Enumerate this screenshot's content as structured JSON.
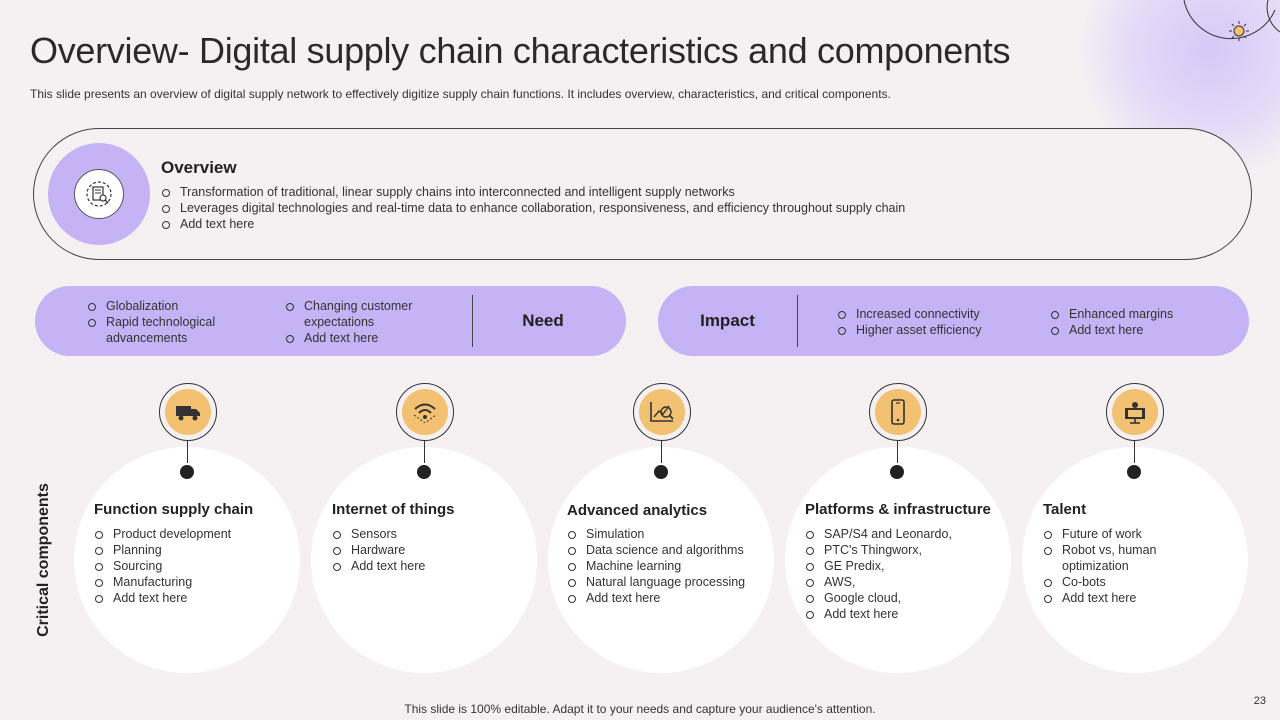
{
  "title": "Overview- Digital supply chain characteristics and components",
  "subtitle": "This slide presents an overview of digital supply network to  effectively digitize supply chain functions. It includes overview, characteristics, and critical components.",
  "overview": {
    "heading": "Overview",
    "icon": "document-search-icon",
    "items": [
      "Transformation  of traditional, linear supply chains into interconnected and intelligent supply networks",
      "Leverages  digital technologies and real-time data to enhance collaboration,  responsiveness,  and efficiency throughout  supply chain",
      "Add text here"
    ]
  },
  "need": {
    "label": "Need",
    "col1": [
      "Globalization",
      "Rapid technological advancements"
    ],
    "col2": [
      "Changing customer expectations",
      "Add text here"
    ]
  },
  "impact": {
    "label": "Impact",
    "col1": [
      "Increased connectivity",
      "Higher asset efficiency"
    ],
    "col2": [
      "Enhanced margins",
      "Add text here"
    ]
  },
  "critical_label": "Critical components",
  "components": [
    {
      "title": "Function supply chain",
      "icon": "truck-icon",
      "items": [
        "Product development",
        "Planning",
        "Sourcing",
        "Manufacturing",
        "Add text here"
      ]
    },
    {
      "title": "Internet of things",
      "icon": "wifi-icon",
      "items": [
        "Sensors",
        "Hardware",
        "Add text here"
      ]
    },
    {
      "title": "Advanced analytics",
      "icon": "analytics-icon",
      "items": [
        "Simulation",
        "Data science and algorithms",
        "Machine learning",
        "Natural language processing",
        "Add text here"
      ]
    },
    {
      "title": "Platforms & infrastructure",
      "icon": "mobile-phone-icon",
      "items": [
        "SAP/S4 and Leonardo,",
        "PTC's Thingworx,",
        "GE Predix,",
        "AWS,",
        "Google cloud,",
        "Add text here"
      ]
    },
    {
      "title": "Talent",
      "icon": "presenter-icon",
      "items": [
        "Future of work",
        "Robot vs, human optimization",
        "Co-bots",
        "Add text here"
      ]
    }
  ],
  "footer": "This slide is 100% editable. Adapt it to your needs and capture your audience's attention.",
  "page_number": "23",
  "colors": {
    "lavender": "#c6b3f5",
    "orange": "#f3c172",
    "background": "#f5f1f3"
  }
}
